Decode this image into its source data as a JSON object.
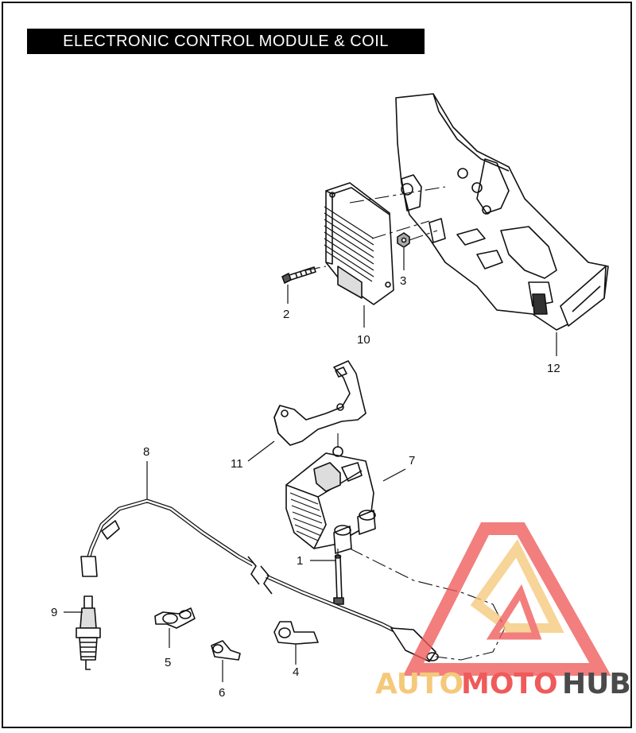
{
  "title": "ELECTRONIC CONTROL MODULE & COIL",
  "callouts": [
    {
      "id": "c1",
      "label": "1"
    },
    {
      "id": "c2",
      "label": "2"
    },
    {
      "id": "c3",
      "label": "3"
    },
    {
      "id": "c4",
      "label": "4"
    },
    {
      "id": "c5",
      "label": "5"
    },
    {
      "id": "c6",
      "label": "6"
    },
    {
      "id": "c7",
      "label": "7"
    },
    {
      "id": "c8",
      "label": "8"
    },
    {
      "id": "c9",
      "label": "9"
    },
    {
      "id": "c10",
      "label": "10"
    },
    {
      "id": "c11",
      "label": "11"
    },
    {
      "id": "c12",
      "label": "12"
    }
  ],
  "watermark": {
    "part1": "AUTO",
    "part2": "MOTO",
    "part3": "HUB",
    "color_light": "#f5c97a",
    "color_red": "#ef5a5a",
    "color_dark": "#4a4a4a"
  }
}
